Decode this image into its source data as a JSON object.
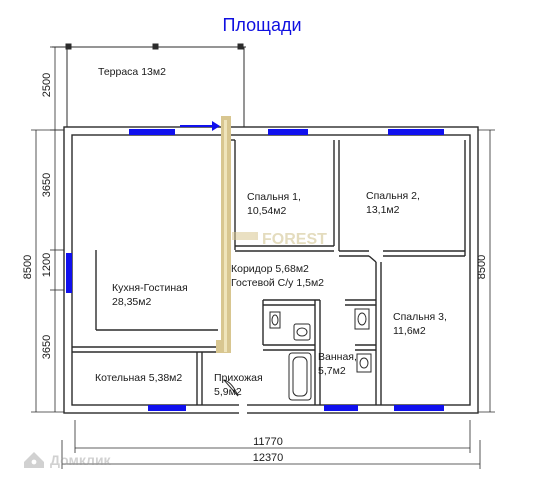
{
  "title": "Площади",
  "rooms": {
    "terrace": "Терраса 13м2",
    "bedroom1_name": "Спальня 1,",
    "bedroom1_area": "10,54м2",
    "bedroom2_name": "Спальня 2,",
    "bedroom2_area": "13,1м2",
    "kitchen_name": "Кухня-Гостиная",
    "kitchen_area": "28,35м2",
    "corridor": "Коридор 5,68м2",
    "guest_wc": "Гостевой С/у 1,5м2",
    "bedroom3_name": "Спальня 3,",
    "bedroom3_area": "11,6м2",
    "boiler": "Котельная 5,38м2",
    "hall_name": "Прихожая",
    "hall_area": "5,9м2",
    "bath_name": "Ванная,",
    "bath_area": "5,7м2"
  },
  "dimensions": {
    "terrace_depth": "2500",
    "left_top": "3650",
    "left_mid": "1200",
    "left_bottom": "3650",
    "left_total": "8500",
    "right_total": "8500",
    "width_inner": "11770",
    "width_total": "12370"
  },
  "watermark": "FOREST",
  "logo": "Домклик",
  "colors": {
    "title": "#1010e0",
    "wall": "#2b2b2b",
    "window": "#1010ee",
    "flue": "#d8c690"
  }
}
